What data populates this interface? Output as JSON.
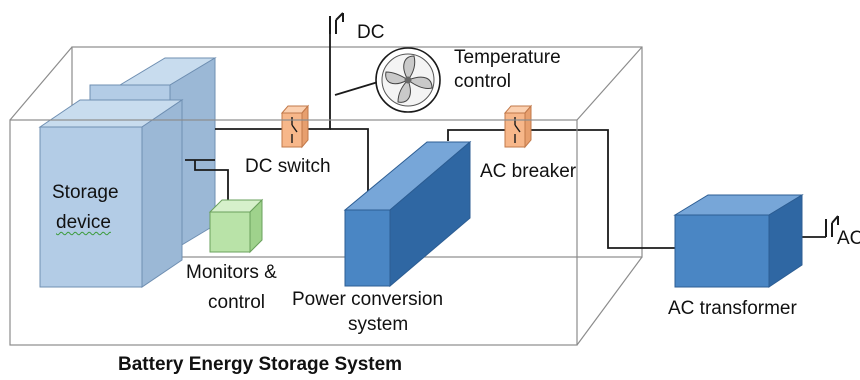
{
  "diagram": {
    "title": "Battery Energy Storage System",
    "labels": {
      "dc_out": "DC",
      "temperature_line1": "Temperature",
      "temperature_line2": "control",
      "dc_switch": "DC switch",
      "ac_breaker": "AC breaker",
      "storage_line1": "Storage",
      "storage_line2": "device",
      "monitors_line1": "Monitors &",
      "monitors_line2": "control",
      "pcs_line1": "Power conversion",
      "pcs_line2": "system",
      "ac_transformer": "AC transformer",
      "ac_out": "AC"
    },
    "colors": {
      "battery_front": "#b3cce6",
      "battery_side": "#9bb8d6",
      "battery_top": "#c8dcee",
      "blue_front": "#4a86c4",
      "blue_top": "#77a6d8",
      "blue_side": "#2f67a3",
      "switch_fill": "#f7b78a",
      "monitor_fill": "#b9e3a8",
      "enclosure_line": "#8c8c8c",
      "wire": "#1a1a1a"
    },
    "icons": {
      "fan": "fan-icon",
      "switch": "switch-symbol-icon",
      "output": "power-terminal-icon"
    }
  }
}
